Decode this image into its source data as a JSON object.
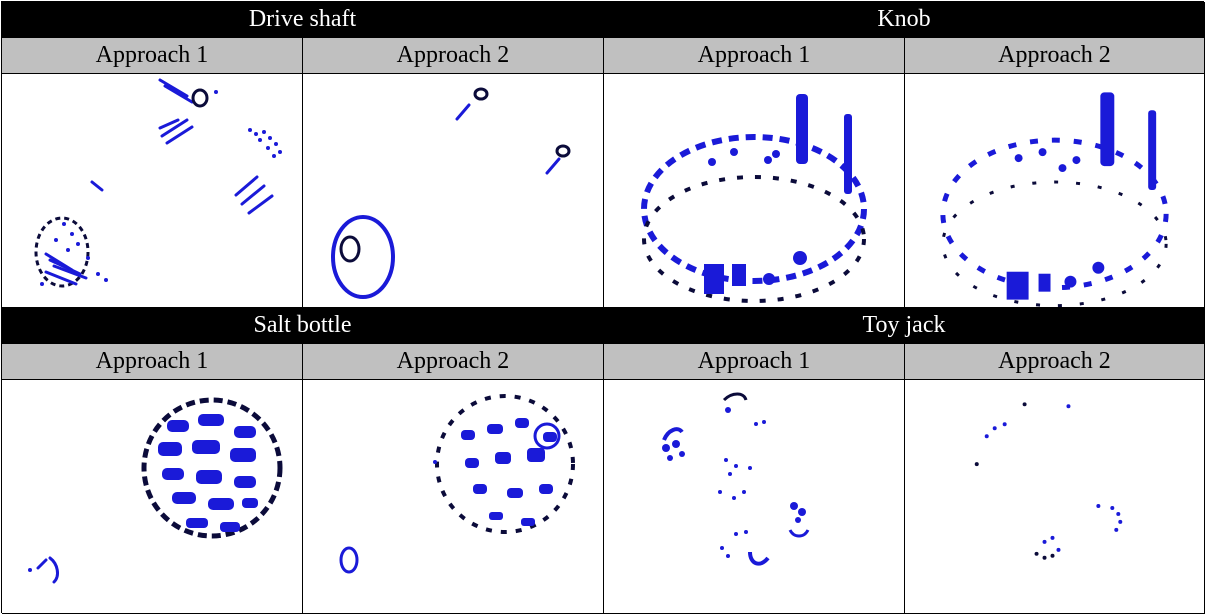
{
  "approach_labels": [
    "Approach 1",
    "Approach 2"
  ],
  "objects": [
    {
      "name": "Drive shaft"
    },
    {
      "name": "Knob"
    },
    {
      "name": "Salt bottle"
    },
    {
      "name": "Toy jack"
    }
  ],
  "colors": {
    "point_blue": "#1a1ad8",
    "point_dark": "#0b0b3a",
    "header_bg": "#000000",
    "subheader_bg": "#c0c0c0"
  },
  "panels": [
    {
      "object": "Drive shaft",
      "approach": "Approach 1",
      "content": "sparse point cloud, cylinder rings and line segments"
    },
    {
      "object": "Drive shaft",
      "approach": "Approach 2",
      "content": "sparse point cloud, rings and line segments"
    },
    {
      "object": "Knob",
      "approach": "Approach 1",
      "content": "ring-shaped point cloud with vertical blade"
    },
    {
      "object": "Knob",
      "approach": "Approach 2",
      "content": "ring-shaped point cloud with vertical blade"
    },
    {
      "object": "Salt bottle",
      "approach": "Approach 1",
      "content": "spherical point cloud"
    },
    {
      "object": "Salt bottle",
      "approach": "Approach 2",
      "content": "spherical point cloud, sparser"
    },
    {
      "object": "Toy jack",
      "approach": "Approach 1",
      "content": "scattered point clusters"
    },
    {
      "object": "Toy jack",
      "approach": "Approach 2",
      "content": "very sparse scattered points"
    }
  ]
}
